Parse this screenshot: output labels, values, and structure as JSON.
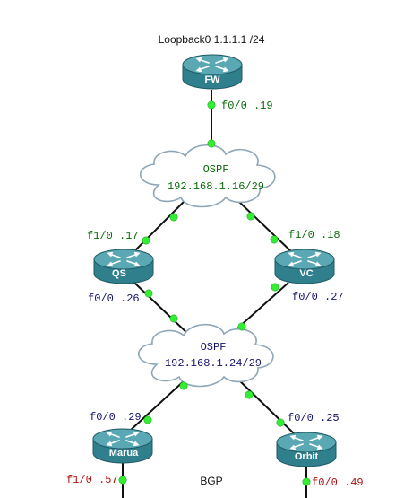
{
  "routers": {
    "fw": {
      "name": "FW"
    },
    "qs": {
      "name": "QS"
    },
    "vc": {
      "name": "VC"
    },
    "marua": {
      "name": "Marua"
    },
    "orbit": {
      "name": "Orbit"
    }
  },
  "fw_loopback": "Loopback0 1.1.1.1 /24",
  "clouds": {
    "ospf_top": {
      "protocol": "OSPF",
      "network": "192.168.1.16/29"
    },
    "ospf_bottom": {
      "protocol": "OSPF",
      "network": "192.168.1.24/29"
    }
  },
  "interfaces": {
    "fw_f00": "f0/0 .19",
    "qs_f10": "f1/0 .17",
    "vc_f10": "f1/0 .18",
    "qs_f00": "f0/0 .26",
    "vc_f00": "f0/0 .27",
    "marua_f00": "f0/0 .29",
    "orbit_f00": "f0/0 .25",
    "marua_f10": "f1/0 .57",
    "orbit_f00_bgp": "f0/0 .49"
  },
  "bgp_label": "BGP",
  "colors": {
    "router_top": "#5aa8b4",
    "router_body": "#2f7f8c",
    "link": "#111111",
    "port_dot": "#33ee33",
    "cloud_stroke": "#8da6b8",
    "green_text": "#0a6b0a",
    "navy_text": "#14146e",
    "red_text": "#b01010"
  }
}
